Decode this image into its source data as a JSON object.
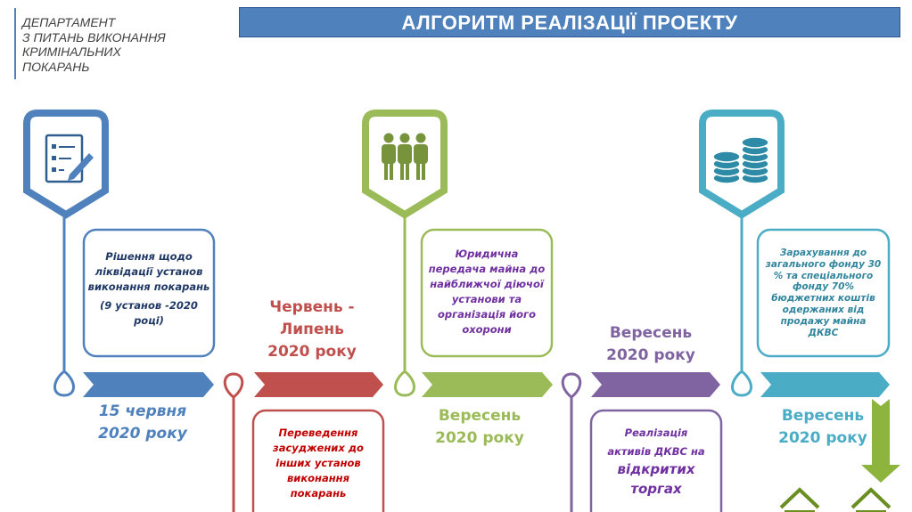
{
  "header": {
    "department_lines": [
      "ДЕПАРТАМЕНТ",
      "З ПИТАНЬ ВИКОНАННЯ",
      "КРИМІНАЛЬНИХ",
      "ПОКАРАНЬ"
    ],
    "title": "АЛГОРИТМ РЕАЛІЗАЦІЇ ПРОЕКТУ"
  },
  "colors": {
    "blue": "#4f81bd",
    "red": "#c0504d",
    "green": "#9bbb59",
    "purple": "#8064a2",
    "teal": "#4bacc6"
  },
  "steps": [
    {
      "icon": "checklist-edit-icon",
      "box_lines": [
        "Рішення щодо",
        "ліквідації установ",
        "виконання покарань",
        "(9 установ -2020 році)"
      ],
      "date_lines": [
        "15 червня",
        "2020 року"
      ]
    },
    {
      "box_lines": [
        "Переведення",
        "засуджених до",
        "інших установ",
        "виконання",
        "покарань"
      ],
      "date_lines": [
        "Червень -",
        "Липень",
        "2020 року"
      ]
    },
    {
      "icon": "people-group-icon",
      "box_lines": [
        "Юридична",
        "передача майна до",
        "найближчої діючої",
        "установи та",
        "організація його",
        "охорони"
      ],
      "date_lines": [
        "Вересень",
        "2020 року"
      ]
    },
    {
      "box_lines": [
        "Реалізація",
        "активів ДКВС на",
        "відкритих",
        "торгах"
      ],
      "date_lines": [
        "Вересень",
        "2020 року"
      ]
    },
    {
      "icon": "coin-stacks-icon",
      "box_lines": [
        "Зарахування  до",
        "загального  фонду 30",
        "% та спеціального",
        "фонду 70%",
        "бюджетних  коштів",
        "одержаних  від",
        "продажу майна",
        "ДКВС"
      ],
      "date_lines": [
        "Вересень",
        "2020 року"
      ]
    }
  ]
}
